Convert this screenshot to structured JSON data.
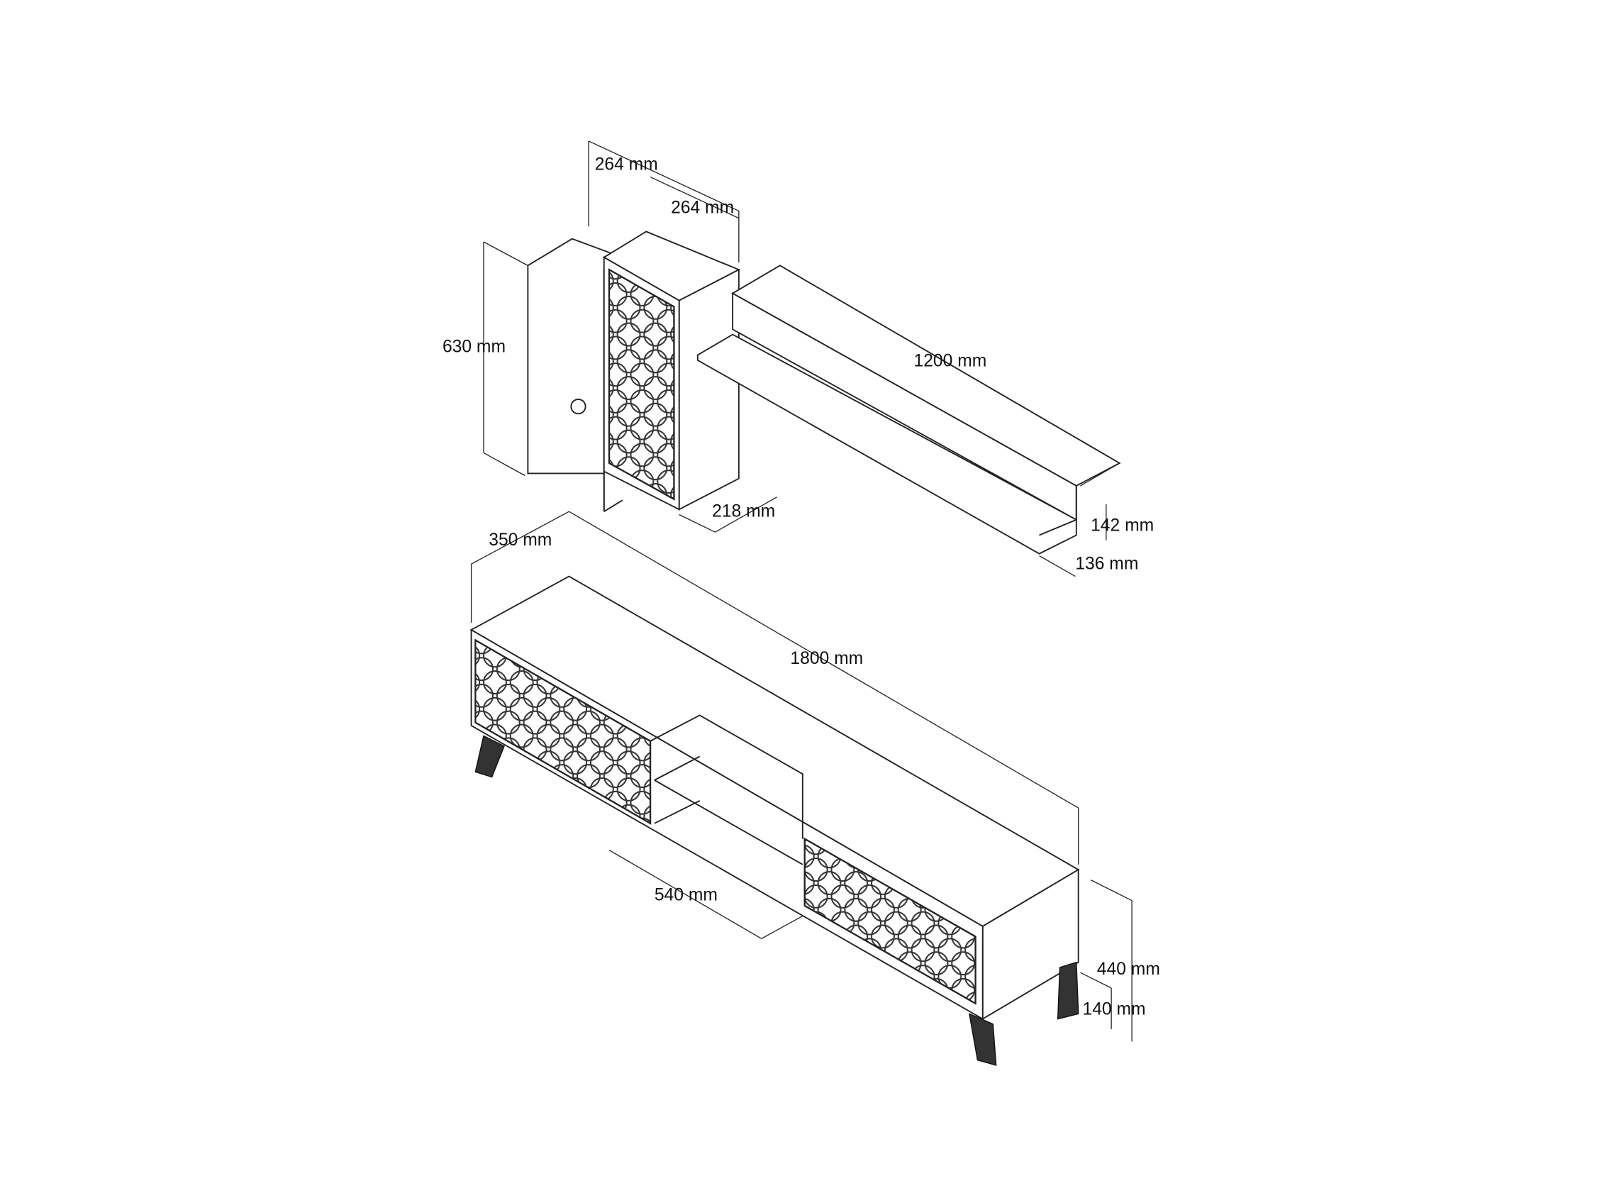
{
  "diagram": {
    "type": "furniture-dimension-drawing",
    "components": [
      "wall-cabinet-left",
      "wall-cabinet-right",
      "wall-shelf",
      "tv-unit"
    ],
    "dimensions": {
      "cabinet_width_1": "264 mm",
      "cabinet_width_2": "264 mm",
      "cabinet_height": "630 mm",
      "cabinet_depth": "218 mm",
      "shelf_length": "1200 mm",
      "shelf_height": "142 mm",
      "shelf_depth": "136 mm",
      "tv_depth": "350 mm",
      "tv_length": "1800 mm",
      "tv_middle_opening": "540 mm",
      "tv_height": "440 mm",
      "tv_leg_height": "140 mm"
    }
  }
}
